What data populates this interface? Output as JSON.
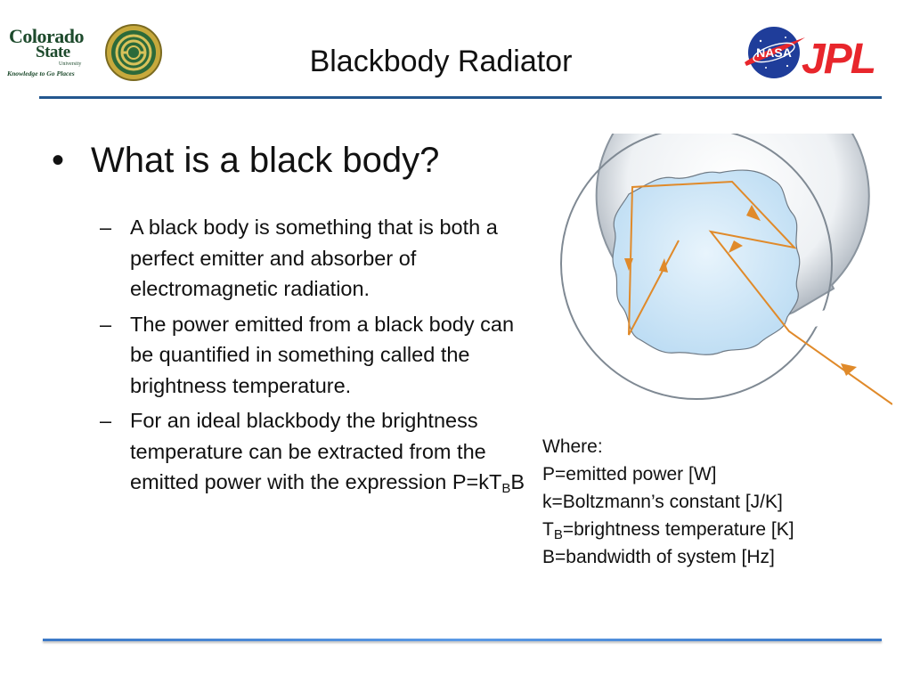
{
  "slide": {
    "title": "Blackbody Radiator",
    "logos": {
      "csu": {
        "line1": "Colorado",
        "line2": "State",
        "line3": "University",
        "tagline": "Knowledge to Go Places",
        "icon": "csu-emblem-icon"
      },
      "nasa": {
        "text": "NASA",
        "icon": "nasa-meatball-icon"
      },
      "jpl": {
        "text": "JPL",
        "icon": "jpl-wordmark-icon"
      }
    },
    "colors": {
      "rule_top": "#23578f",
      "rule_bottom": "#4a8ad8",
      "ray": "#e08a2a",
      "cavity_fill": "#cfe7f8",
      "wall": "#d6dce3",
      "jpl_red": "#e8262c"
    }
  },
  "content": {
    "main_bullet": {
      "marker": "•",
      "text": "What is a black body?"
    },
    "sub_bullets": [
      {
        "marker": "–",
        "text": "A black body is something that is both a perfect emitter and absorber of electromagnetic radiation."
      },
      {
        "marker": "–",
        "text": "The power emitted from a black body can be quantified in something called the brightness temperature."
      },
      {
        "marker": "–",
        "text_before": "For an ideal blackbody the brightness temperature can be extracted from the emitted power with the expression P=kT",
        "sub": "B",
        "text_after": "B"
      }
    ]
  },
  "legend": {
    "heading": "Where:",
    "p_def": "P=emitted power [W]",
    "k_def": "k=Boltzmann’s constant [J/K]",
    "tb_symbol": "T",
    "tb_sub": "B",
    "tb_def": "=brightness temperature [K]",
    "b_def": "B=bandwidth of system [Hz]"
  }
}
